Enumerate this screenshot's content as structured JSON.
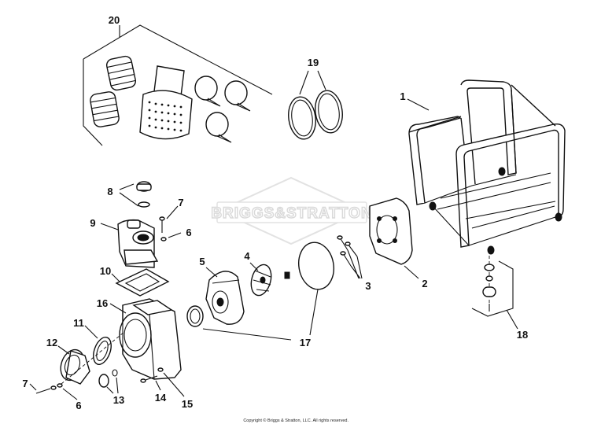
{
  "watermark": "BRIGGS&STRATTON",
  "copyright": "Copyright © Briggs & Stratton, LLC. All rights reserved.",
  "callouts": [
    "20",
    "19",
    "1",
    "8",
    "7",
    "9",
    "6",
    "5",
    "4",
    "3",
    "2",
    "10",
    "16",
    "11",
    "12",
    "17",
    "18",
    "7",
    "6",
    "13",
    "14",
    "15"
  ]
}
